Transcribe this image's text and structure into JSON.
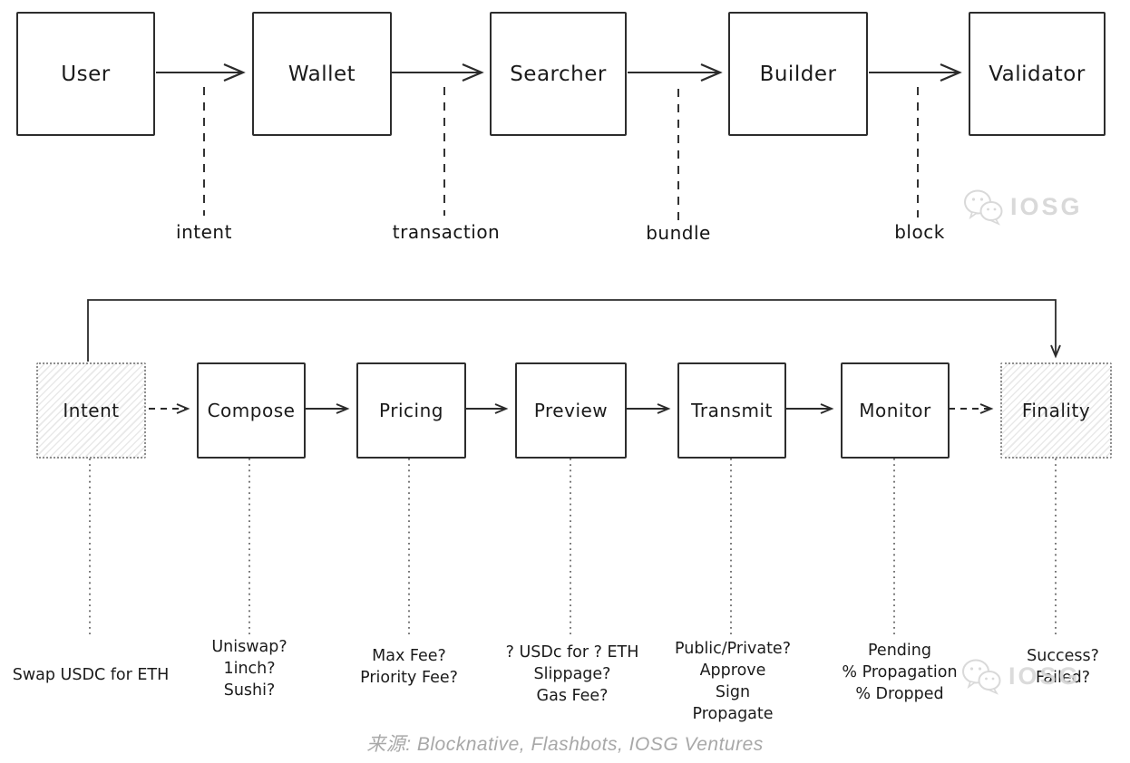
{
  "top_flow": {
    "nodes": [
      {
        "label": "User"
      },
      {
        "label": "Wallet"
      },
      {
        "label": "Searcher"
      },
      {
        "label": "Builder"
      },
      {
        "label": "Validator"
      }
    ],
    "edge_labels": [
      {
        "label": "intent"
      },
      {
        "label": "transaction"
      },
      {
        "label": "bundle"
      },
      {
        "label": "block"
      }
    ]
  },
  "bottom_flow": {
    "nodes": [
      {
        "label": "Intent",
        "style": "dotted-hatched"
      },
      {
        "label": "Compose",
        "style": "solid"
      },
      {
        "label": "Pricing",
        "style": "solid"
      },
      {
        "label": "Preview",
        "style": "solid"
      },
      {
        "label": "Transmit",
        "style": "solid"
      },
      {
        "label": "Monitor",
        "style": "solid"
      },
      {
        "label": "Finality",
        "style": "dotted-hatched"
      }
    ],
    "annotations": [
      {
        "lines": [
          "Swap USDC for ETH"
        ]
      },
      {
        "lines": [
          "Uniswap?",
          "1inch?",
          "Sushi?"
        ]
      },
      {
        "lines": [
          "Max Fee?",
          "Priority Fee?"
        ]
      },
      {
        "lines": [
          "? USDc for ? ETH",
          "Slippage?",
          "Gas Fee?"
        ]
      },
      {
        "lines": [
          "Public/Private?",
          "Approve",
          "Sign",
          "Propagate"
        ]
      },
      {
        "lines": [
          "Pending",
          "% Propagation",
          "% Dropped"
        ]
      },
      {
        "lines": [
          "Success?",
          "Failed?"
        ]
      }
    ]
  },
  "watermark": {
    "brand": "IOSG",
    "icon": "wechat-chat-bubbles-icon"
  },
  "footer": {
    "source_caption": "来源: Blocknative, Flashbots, IOSG Ventures"
  },
  "colors": {
    "stroke": "#2b2b2b",
    "watermark_gray": "#d9d9d9",
    "caption_gray": "#a8a8a8"
  }
}
